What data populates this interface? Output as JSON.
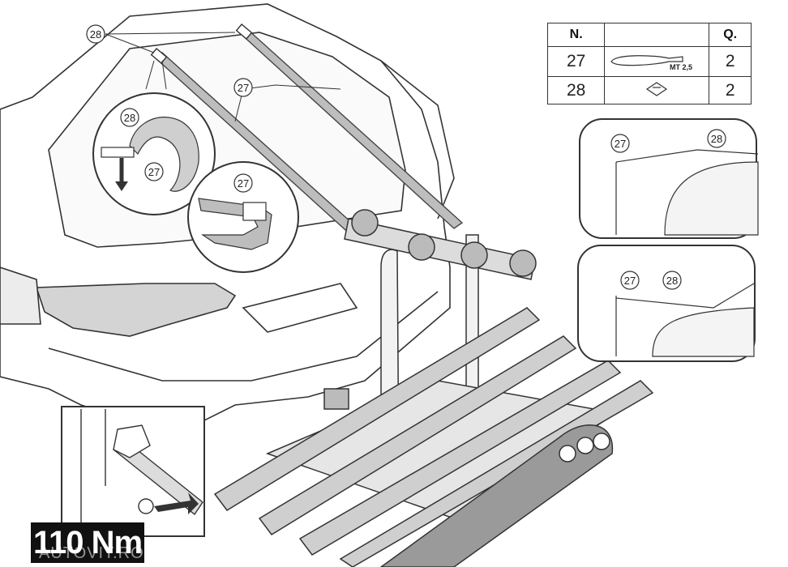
{
  "parts_table": {
    "headers": [
      "N.",
      "",
      "Q."
    ],
    "rows": [
      {
        "number": "27",
        "part_label": "MT 2,5",
        "quantity": "2"
      },
      {
        "number": "28",
        "part_label": "",
        "quantity": "2"
      }
    ]
  },
  "callouts": {
    "strap": "27",
    "hook": "28"
  },
  "torque_label": "110 Nm",
  "watermark": "AUTOVIT.RO"
}
